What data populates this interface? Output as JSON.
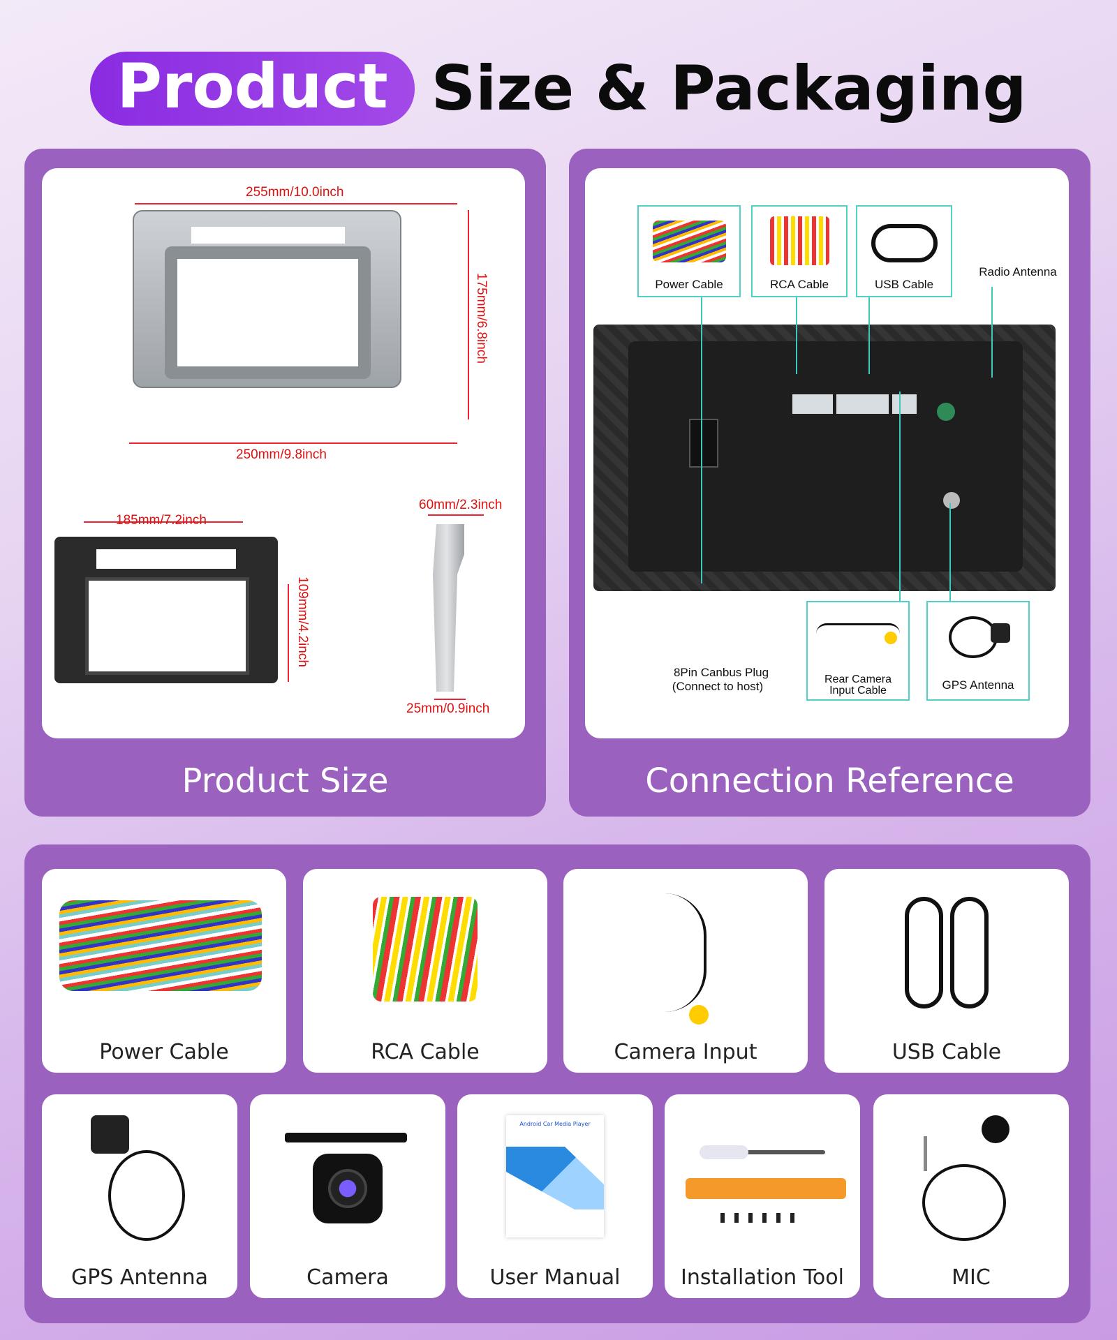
{
  "header": {
    "highlight": "Product",
    "rest": "Size & Packaging"
  },
  "product_size": {
    "caption": "Product Size",
    "dims": {
      "top_width": "255mm/10.0inch",
      "bottom_width": "250mm/9.8inch",
      "height": "175mm/6.8inch",
      "inner_width": "185mm/7.2inch",
      "inner_height": "109mm/4.2inch",
      "side_width": "60mm/2.3inch",
      "side_depth": "25mm/0.9inch"
    }
  },
  "connection": {
    "caption": "Connection Reference",
    "labels": {
      "power": "Power Cable",
      "rca": "RCA Cable",
      "usb": "USB Cable",
      "radio": "Radio Antenna",
      "canbus_1": "8Pin Canbus Plug",
      "canbus_2": "(Connect to host)",
      "rear_1": "Rear Camera",
      "rear_2": "Input Cable",
      "gps": "GPS Antenna"
    }
  },
  "accessories": {
    "row1": [
      "Power Cable",
      "RCA Cable",
      "Camera Input",
      "USB Cable"
    ],
    "row2": [
      "GPS Antenna",
      "Camera",
      "User Manual",
      "Installation Tool",
      "MIC"
    ],
    "manual_title": "Android Car Media Player"
  }
}
